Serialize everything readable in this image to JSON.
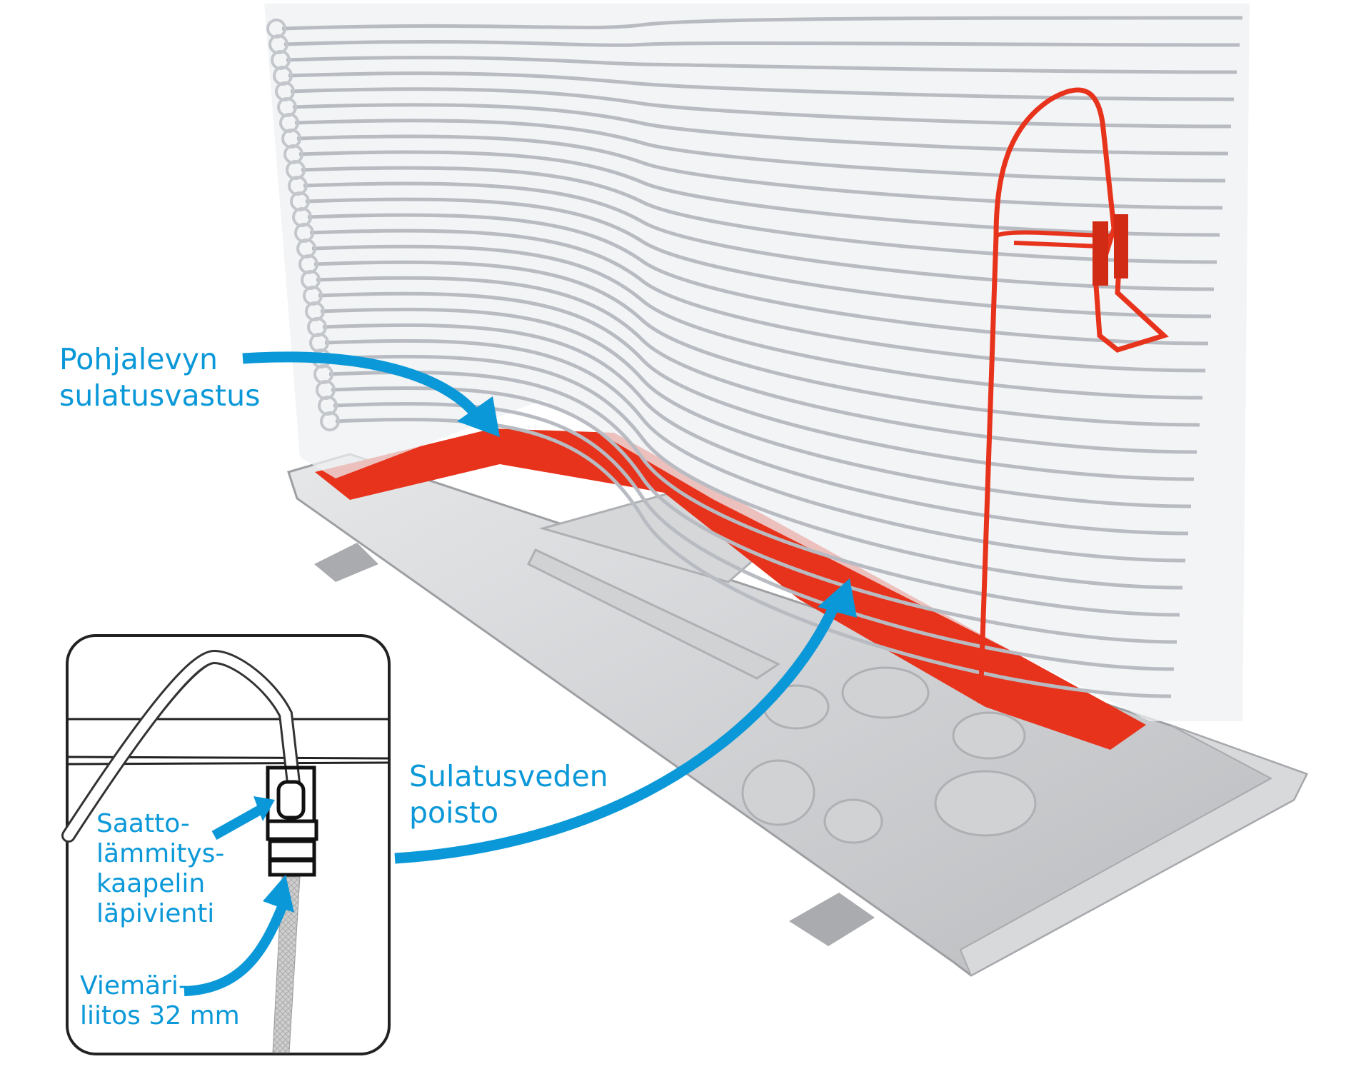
{
  "labels": {
    "heater": [
      "Pohjalevyn",
      "sulatusvastus"
    ],
    "drain": [
      "Sulatusveden",
      "poisto"
    ],
    "cable_passthrough": [
      "Saatto-",
      "lämmitys-",
      "kaapelin",
      "läpivienti"
    ],
    "sewer": [
      "Viemäri-",
      "liitos 32 mm"
    ]
  },
  "colors": {
    "accent_blue": "#0a98d8",
    "heater_red": "#e8331c",
    "plate_gray": "#c9cacc",
    "fin_gray": "#d4d6da"
  }
}
